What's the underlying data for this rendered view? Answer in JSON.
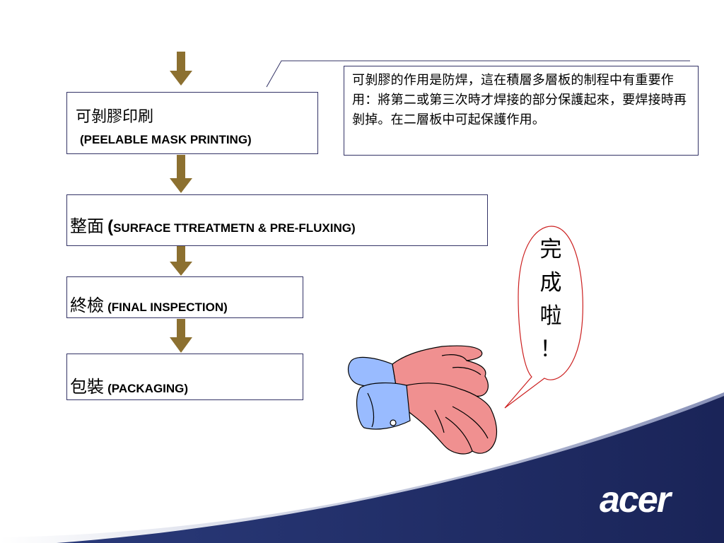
{
  "steps": [
    {
      "zh": "可剝膠印刷",
      "en": "(PEELABLE MASK PRINTING)"
    },
    {
      "zh": "整面",
      "paren_open": "(",
      "en": "SURFACE TTREATMETN & PRE-FLUXING)"
    },
    {
      "zh": "終檢",
      "en": "(FINAL INSPECTION)"
    },
    {
      "zh": "包裝",
      "en": "(PACKAGING)"
    }
  ],
  "note": {
    "text": "可剝膠的作用是防焊，這在積層多層板的制程中有重要作用：將第二或第三次時才焊接的部分保護起來，要焊接時再剝掉。在二層板中可起保護作用。"
  },
  "speech_bubble": {
    "chars": [
      "完",
      "成",
      "啦",
      "！"
    ]
  },
  "logo": {
    "text": "acer"
  },
  "colors": {
    "arrow": "#8c7030",
    "box_border": "#333366",
    "footer_navy": "#1c2960",
    "hand_skin": "#f09090",
    "cuff_blue": "#99bbff"
  }
}
